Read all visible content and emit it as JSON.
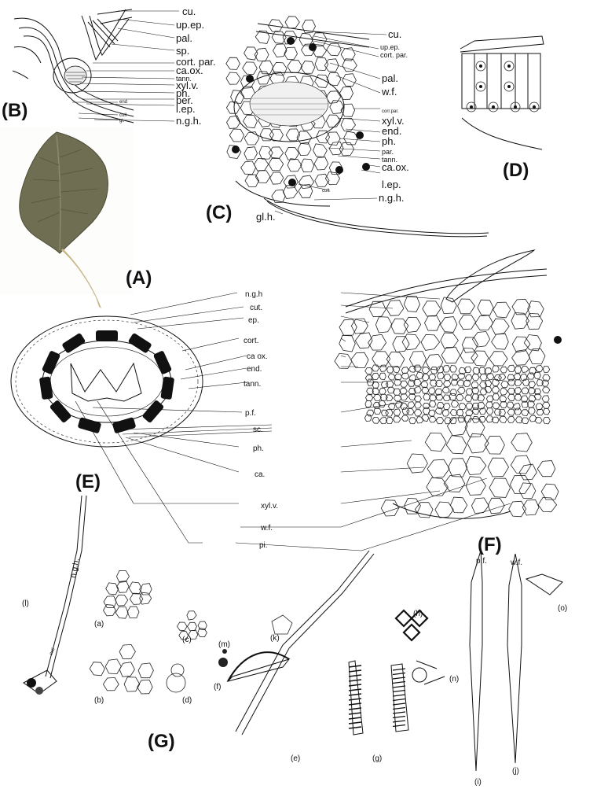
{
  "panels": {
    "A": "(A)",
    "B": "(B)",
    "C": "(C)",
    "D": "(D)",
    "E": "(E)",
    "F": "(F)",
    "G": "(G)"
  },
  "labels_B": [
    "cu.",
    "up.ep.",
    "pal.",
    "sp.",
    "cort. par.",
    "ca.ox.",
    "tann.",
    "xyl.v.",
    "ph.",
    "per.",
    "l.ep.",
    "end",
    "coll",
    "gl.",
    "n.g.h."
  ],
  "labels_C": [
    "cu.",
    "up.ep.",
    "cort. par.",
    "pal.",
    "w.f.",
    "corr.par.",
    "xyl.v.",
    "end.",
    "ph.",
    "par.",
    "tann.",
    "ca.ox.",
    "l.ep.",
    "coll.",
    "gl.h.",
    "n.g.h."
  ],
  "labels_F": [
    "n.g.h",
    "cut.",
    "ep.",
    "cort.",
    "ca ox.",
    "end.",
    "tann.",
    "p.f.",
    "sc.",
    "ph.",
    "ca.",
    "xyl.v.",
    "w.f.",
    "pi."
  ],
  "labels_G": {
    "items": [
      "(a)",
      "(b)",
      "(c)",
      "(d)",
      "(e)",
      "(f)",
      "(g)",
      "(h)",
      "(i)",
      "(j)",
      "(k)",
      "(l)",
      "(m)",
      "(n)",
      "(o)"
    ],
    "small": [
      "n.g.h.",
      "coll",
      "p.f.",
      "w.f."
    ]
  },
  "colors": {
    "ink": "#111111",
    "leaf": "#6f6e52",
    "petiole": "#c9b78a",
    "background": "#ffffff"
  }
}
